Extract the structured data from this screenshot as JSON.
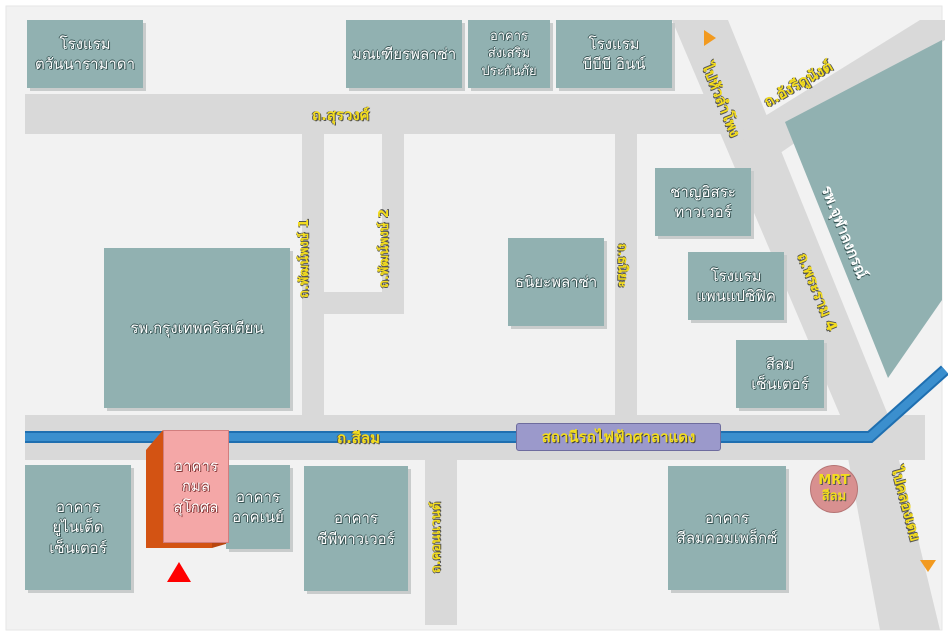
{
  "colors": {
    "road": "#d9d9d9",
    "building": "#91b1b1",
    "rail": "#3b8fce",
    "label": "#f3dc1e",
    "highlight": "#f4a7a7",
    "highlight_side": "#d35313",
    "marker": "#ff0000",
    "direction_arrow": "#f29a1f"
  },
  "buildings": {
    "hotel_tawana": [
      "โรงแรม",
      "ตวันนารามาดา"
    ],
    "montien": [
      "มณเฑียรพลาซ่า"
    ],
    "insurance": [
      "อาคาร",
      "ส่งเสริม",
      "ประกันภัย"
    ],
    "bb_inn": [
      "โรงแรม",
      "บีบีบี อินน์"
    ],
    "chanisra": [
      "ชาญอิสระ",
      "ทาวเวอร์"
    ],
    "pan_pacific": [
      "โรงแรม",
      "แพนแปซิฟิค"
    ],
    "silom_center": [
      "สีลม",
      "เซ็นเตอร์"
    ],
    "chula_hospital": [
      "รพ.จุฬาลงกรณ์"
    ],
    "bkk_christian": [
      "รพ.กรุงเทพคริสเตียน"
    ],
    "thaniya": [
      "ธนิยะพลาซ่า"
    ],
    "kamol_sukosol": [
      "อาคาร",
      "กมล",
      "สุโกศล"
    ],
    "united_center": [
      "อาคาร",
      "ยูไนเต็ด",
      "เซ็นเตอร์"
    ],
    "acne": [
      "อาคาร",
      "อาคเนย์"
    ],
    "cp_tower": [
      "อาคาร",
      "ซีพีทาวเวอร์"
    ],
    "silom_complex": [
      "อาคาร",
      "สีลมคอมเพล็กซ์"
    ]
  },
  "roads": {
    "surawong": "ถ.สุรวงศ์",
    "silom": "ถ.สีลม",
    "patpong1": "ถ.พัฒน์พงษ์ 1",
    "patpong2": "ถ.พัฒน์พงษ์ 2",
    "thaniya": "ถ.ธนิยะ",
    "convent": "ถ.คอนแวนต์",
    "rama4": "ถ.พระราม 4",
    "henri_dunant": "ถ.อังรีดูนังต์",
    "to_hualamphong": "ไปหัวลำโพง",
    "to_khlongtoei": "ไปคลองเตย"
  },
  "station": "สถานีรถไฟฟ้าศาลาแดง",
  "mrt": [
    "MRT",
    "สีลม"
  ]
}
